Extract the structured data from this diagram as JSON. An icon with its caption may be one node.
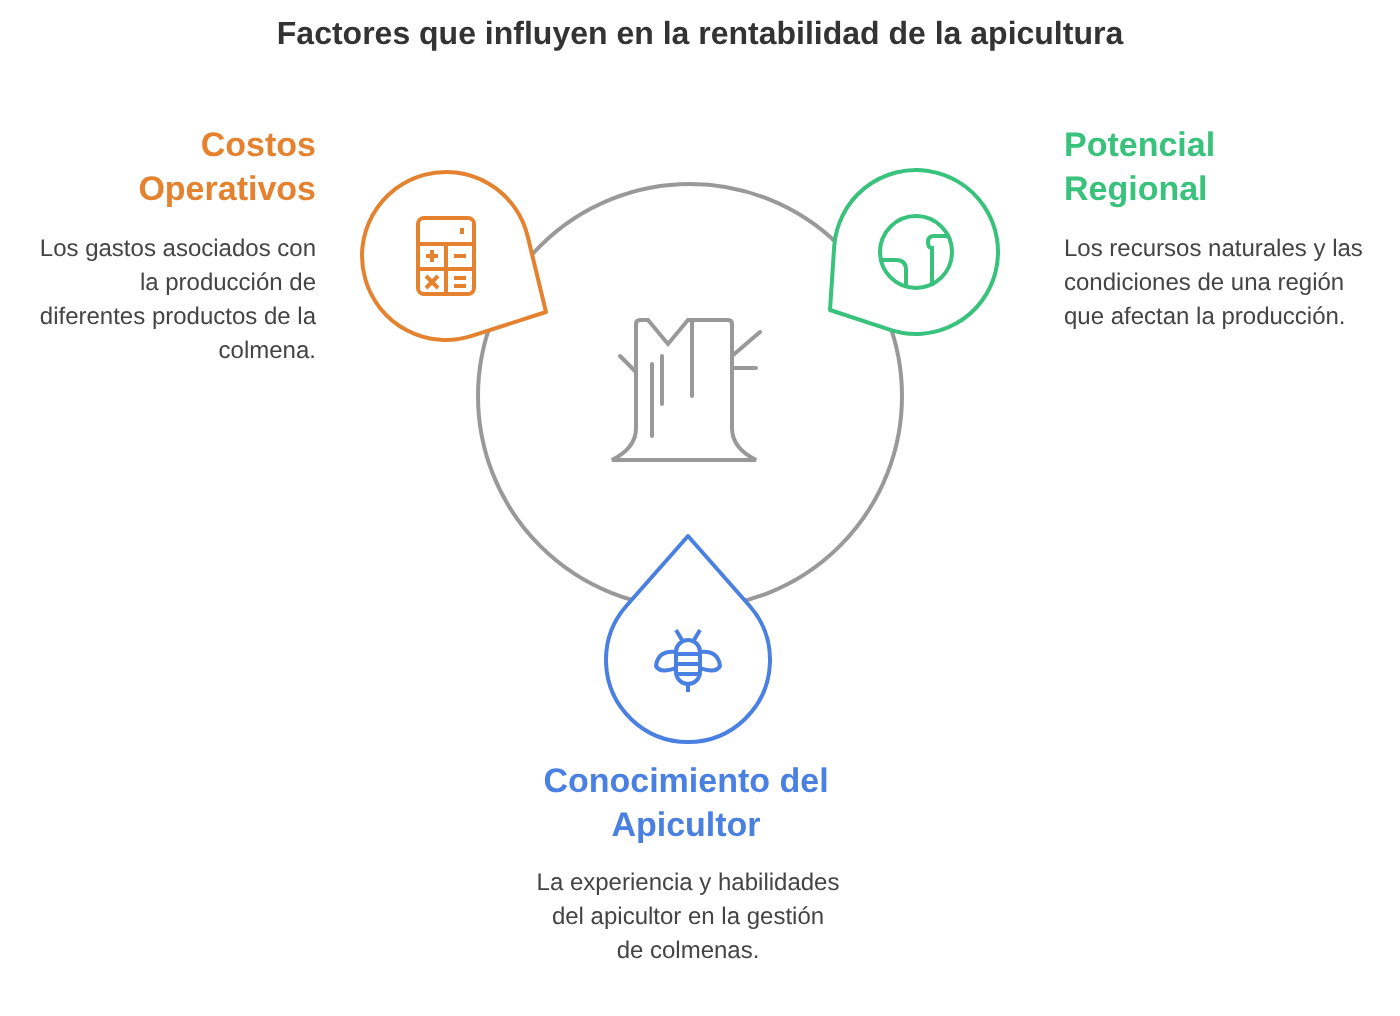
{
  "diagram": {
    "title": "Factores que influyen en la rentabilidad de la apicultura",
    "nodes": [
      {
        "text": [],
        "shape": "circle"
      },
      {
        "text": [],
        "shape": "drop",
        "beside": [
          "Costos Operativos",
          "Los gastos asociados con la producción de diferentes productos de la colmena."
        ]
      },
      {
        "text": [],
        "shape": "drop",
        "beside": [
          "Potencial Regional",
          "Los recursos naturales y las condiciones de una región que afectan la producción."
        ]
      },
      {
        "text": [],
        "shape": "drop",
        "beside": [
          "Conocimiento del Apicultor",
          "La experiencia y habilidades del apicultor en la gestión de colmenas."
        ]
      }
    ]
  }
}
